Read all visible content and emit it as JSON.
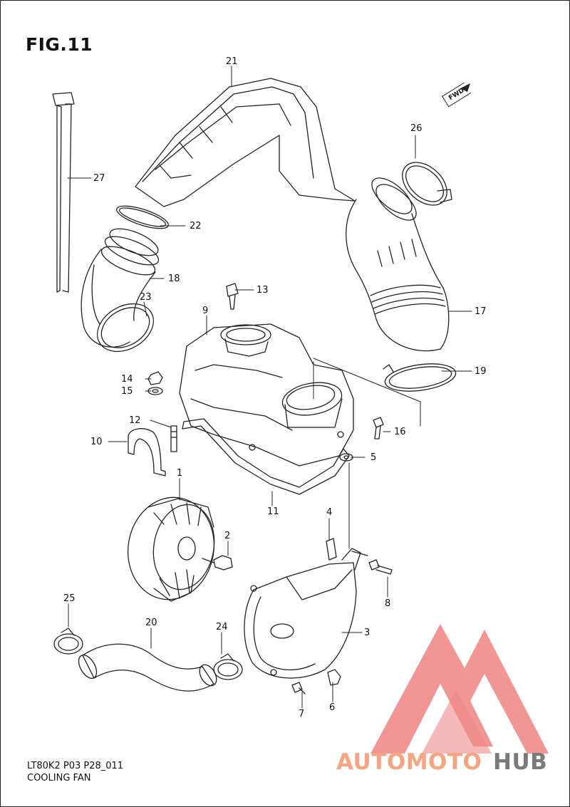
{
  "figure": {
    "title": "FIG.11"
  },
  "fwd_badge": "FWD",
  "callouts": [
    {
      "id": "1",
      "label": "1"
    },
    {
      "id": "2",
      "label": "2"
    },
    {
      "id": "3",
      "label": "3"
    },
    {
      "id": "4",
      "label": "4"
    },
    {
      "id": "5",
      "label": "5"
    },
    {
      "id": "6",
      "label": "6"
    },
    {
      "id": "7",
      "label": "7"
    },
    {
      "id": "8",
      "label": "8"
    },
    {
      "id": "9",
      "label": "9"
    },
    {
      "id": "10",
      "label": "10"
    },
    {
      "id": "11",
      "label": "11"
    },
    {
      "id": "12",
      "label": "12"
    },
    {
      "id": "13",
      "label": "13"
    },
    {
      "id": "14",
      "label": "14"
    },
    {
      "id": "15",
      "label": "15"
    },
    {
      "id": "16",
      "label": "16"
    },
    {
      "id": "17",
      "label": "17"
    },
    {
      "id": "18",
      "label": "18"
    },
    {
      "id": "19",
      "label": "19"
    },
    {
      "id": "20",
      "label": "20"
    },
    {
      "id": "21",
      "label": "21"
    },
    {
      "id": "22",
      "label": "22"
    },
    {
      "id": "23",
      "label": "23"
    },
    {
      "id": "24",
      "label": "24"
    },
    {
      "id": "25",
      "label": "25"
    },
    {
      "id": "26",
      "label": "26"
    },
    {
      "id": "27",
      "label": "27"
    }
  ],
  "caption": {
    "code": "LT80K2 P03 P28_011",
    "name": "COOLING FAN"
  },
  "watermark": {
    "part1": "AUTOMOTO",
    "part2": "HUB",
    "color_primary": "#f08a8a",
    "color_accent": "#f7c585",
    "color_dark": "#7a7a7a"
  }
}
